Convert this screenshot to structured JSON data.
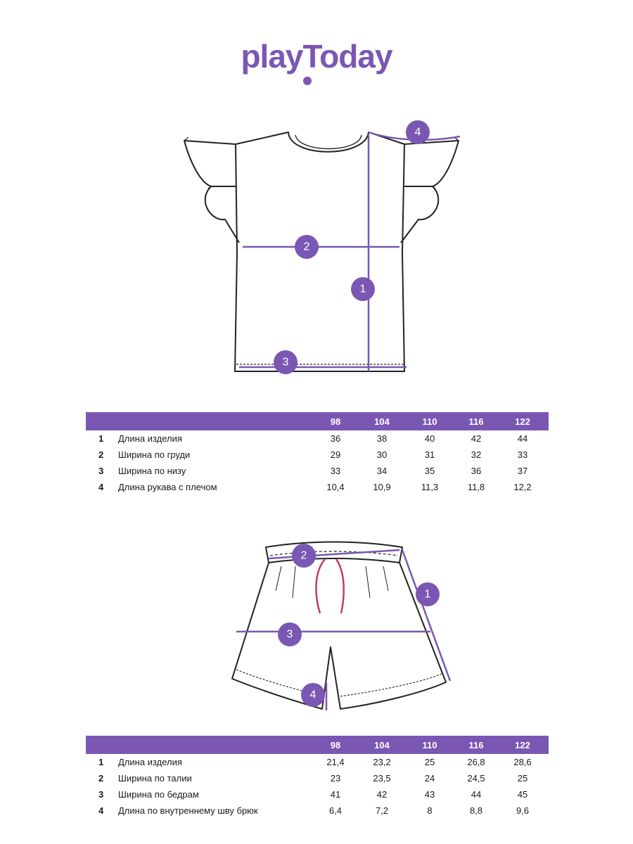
{
  "brand": {
    "logo_text": "playToday",
    "accent_color": "#7a57b3"
  },
  "top_garment": {
    "markers": [
      "1",
      "2",
      "3",
      "4"
    ]
  },
  "top_table": {
    "sizes": [
      "98",
      "104",
      "110",
      "116",
      "122"
    ],
    "rows": [
      {
        "num": "1",
        "label": "Длина изделия",
        "values": [
          "36",
          "38",
          "40",
          "42",
          "44"
        ]
      },
      {
        "num": "2",
        "label": "Ширина по груди",
        "values": [
          "29",
          "30",
          "31",
          "32",
          "33"
        ]
      },
      {
        "num": "3",
        "label": "Ширина по низу",
        "values": [
          "33",
          "34",
          "35",
          "36",
          "37"
        ]
      },
      {
        "num": "4",
        "label": "Длина рукава с плечом",
        "values": [
          "10,4",
          "10,9",
          "11,3",
          "11,8",
          "12,2"
        ]
      }
    ]
  },
  "bottom_garment": {
    "markers": [
      "1",
      "2",
      "3",
      "4"
    ]
  },
  "bottom_table": {
    "sizes": [
      "98",
      "104",
      "110",
      "116",
      "122"
    ],
    "rows": [
      {
        "num": "1",
        "label": "Длина изделия",
        "values": [
          "21,4",
          "23,2",
          "25",
          "26,8",
          "28,6"
        ]
      },
      {
        "num": "2",
        "label": "Ширина по талии",
        "values": [
          "23",
          "23,5",
          "24",
          "24,5",
          "25"
        ]
      },
      {
        "num": "3",
        "label": "Ширина по бедрам",
        "values": [
          "41",
          "42",
          "43",
          "44",
          "45"
        ]
      },
      {
        "num": "4",
        "label": "Длина по внутреннему шву брюк",
        "values": [
          "6,4",
          "7,2",
          "8",
          "8,8",
          "9,6"
        ]
      }
    ]
  }
}
